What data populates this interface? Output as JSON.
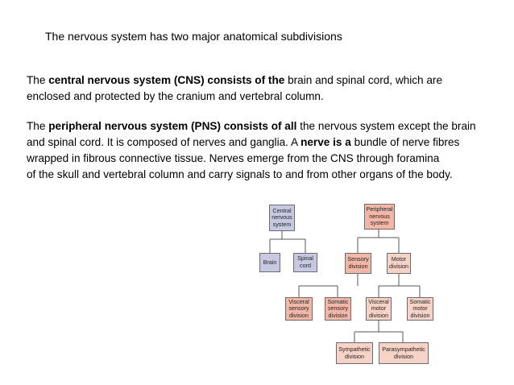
{
  "heading": "The nervous system has two major anatomical subdivisions",
  "paragraph_cns": {
    "line1": [
      {
        "text": "The ",
        "bold": false
      },
      {
        "text": "central nervous system (CNS) consists of the",
        "bold": true
      },
      {
        "text": " brain and spinal cord, which are",
        "bold": false
      }
    ],
    "line2": [
      {
        "text": "enclosed and protected by the cranium and vertebral column.",
        "bold": false
      }
    ]
  },
  "paragraph_pns": {
    "line1": [
      {
        "text": "The ",
        "bold": false
      },
      {
        "text": "peripheral nervous system (PNS) consists of all",
        "bold": true
      },
      {
        "text": " the nervous system except the brain",
        "bold": false
      }
    ],
    "line2": [
      {
        "text": "and spinal cord. It is composed of nerves and ganglia. A ",
        "bold": false
      },
      {
        "text": "nerve is a",
        "bold": true
      },
      {
        "text": " bundle of nerve fibres",
        "bold": false
      }
    ],
    "line3": [
      {
        "text": "wrapped in fibrous connective tissue. Nerves emerge from the CNS through foramina",
        "bold": false
      }
    ],
    "line4": [
      {
        "text": "of the skull and vertebral column and carry signals to and from other organs of the body.",
        "bold": false
      }
    ]
  },
  "diagram": {
    "colors": {
      "cns_fill": "#c7c9e3",
      "sensory_fill": "#f2b7a7",
      "motor_fill": "#f6d3c6",
      "line": "#555555"
    },
    "central": "Central\nnervous\nsystem",
    "peripheral": "Peripheral\nnervous\nsystem",
    "brain": "Brain",
    "spinal_cord": "Spinal\ncord",
    "sensory_division": "Sensory\ndivision",
    "motor_division": "Motor\ndivision",
    "visceral_sensory": "Visceral\nsensory\ndivision",
    "somatic_sensory": "Somatic\nsensory\ndivision",
    "visceral_motor": "Visceral\nmotor\ndivision",
    "somatic_motor": "Somatic\nmotor\ndivision",
    "sympathetic": "Sympathetic\ndivision",
    "parasympathetic": "Parasympathetic\ndivision"
  }
}
